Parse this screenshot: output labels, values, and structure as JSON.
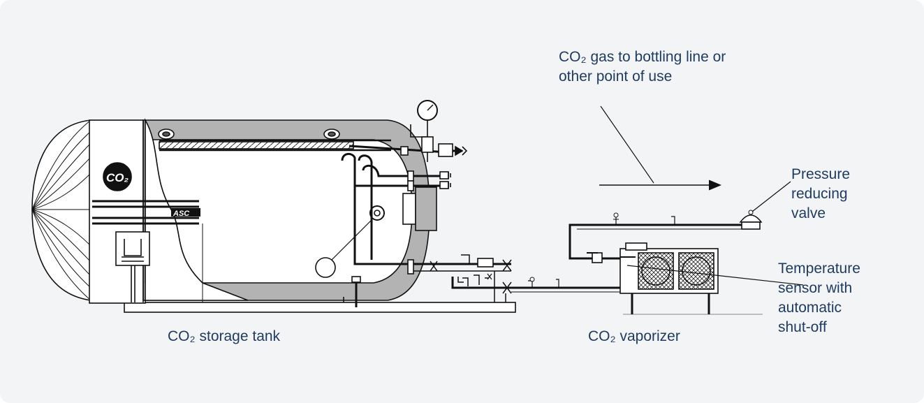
{
  "labels": {
    "gas_line": [
      "CO₂ gas to bottling line or",
      "other point of use"
    ],
    "pressure_valve": [
      "Pressure",
      "reducing",
      "valve"
    ],
    "temperature_sensor": [
      "Temperature",
      "sensor with",
      "automatic",
      "shut-off"
    ],
    "storage_tank": "CO₂ storage tank",
    "vaporizer": "CO₂ vaporizer",
    "tank_badge": "CO₂",
    "tank_stripe_text": "ASC"
  },
  "colors": {
    "background": "#f3f4f6",
    "label_text": "#1f3a5f",
    "insulation": "#b3b3b3",
    "line": "#111111"
  }
}
